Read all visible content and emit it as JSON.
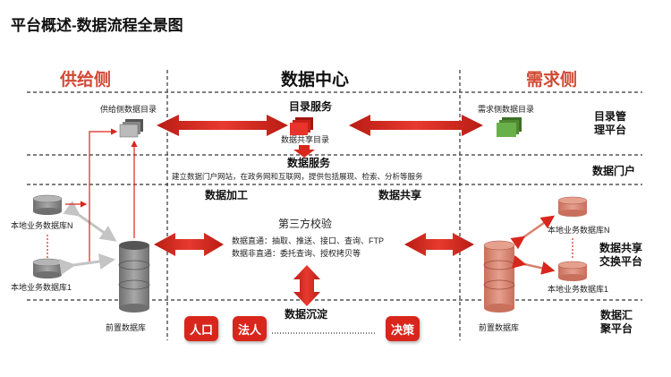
{
  "title": "平台概述-数据流程全景图",
  "columns": {
    "supply": "供给侧",
    "center": "数据中心",
    "demand": "需求侧"
  },
  "layers": {
    "catalog": "目录管理平台",
    "catalog_line1": "目录管",
    "catalog_line2": "理平台",
    "portal": "数据门户",
    "exchange_line1": "数据共享",
    "exchange_line2": "交换平台",
    "gather_line1": "数据汇",
    "gather_line2": "聚平台"
  },
  "supply": {
    "catalog": "供给侧数据目录",
    "db_n": "本地业务数据库N",
    "db_1": "本地业务数据库1",
    "front_db": "前置数据库"
  },
  "center": {
    "catalog_service": "目录服务",
    "share_catalog": "数据共享目录",
    "data_service": "数据服务",
    "portal_desc": "建立数据门户网站，在政务网和互联网，提供包括展现、检索、分析等服务",
    "processing": "数据加工",
    "sharing": "数据共享",
    "verify": "第三方校验",
    "direct": "数据直通：抽取、推送、接口、查询、FTP",
    "indirect": "数据非直通：委托查询、授权拷贝等",
    "sediment": "数据沉淀",
    "stores": [
      "人口",
      "法人",
      "决策"
    ],
    "dots": "……………………"
  },
  "demand": {
    "catalog": "需求侧数据目录",
    "db_n": "本地业务数据库N",
    "db_1": "本地业务数据库1",
    "front_db": "前置数据库"
  },
  "colors": {
    "red": "#d9261c",
    "salmon": "#d9826f",
    "grey_db": "#8c8c8c",
    "green_doc": "#5a9a3a",
    "title_orange": "#d14a35"
  }
}
